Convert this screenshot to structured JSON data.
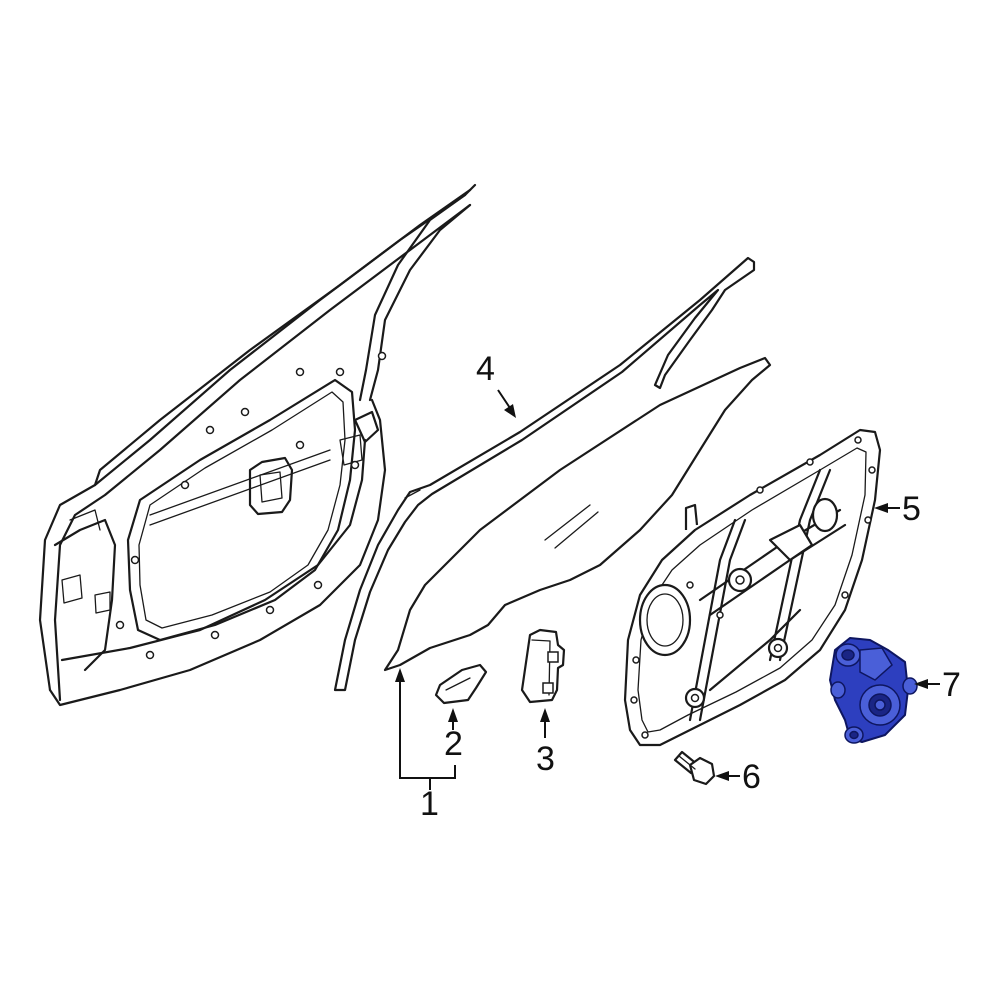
{
  "diagram": {
    "highlight_color": "#2d3fbf",
    "callouts": [
      {
        "id": "1",
        "label": "1"
      },
      {
        "id": "2",
        "label": "2"
      },
      {
        "id": "3",
        "label": "3"
      },
      {
        "id": "4",
        "label": "4"
      },
      {
        "id": "5",
        "label": "5"
      },
      {
        "id": "6",
        "label": "6"
      },
      {
        "id": "7",
        "label": "7"
      }
    ],
    "highlighted_part": "7"
  }
}
